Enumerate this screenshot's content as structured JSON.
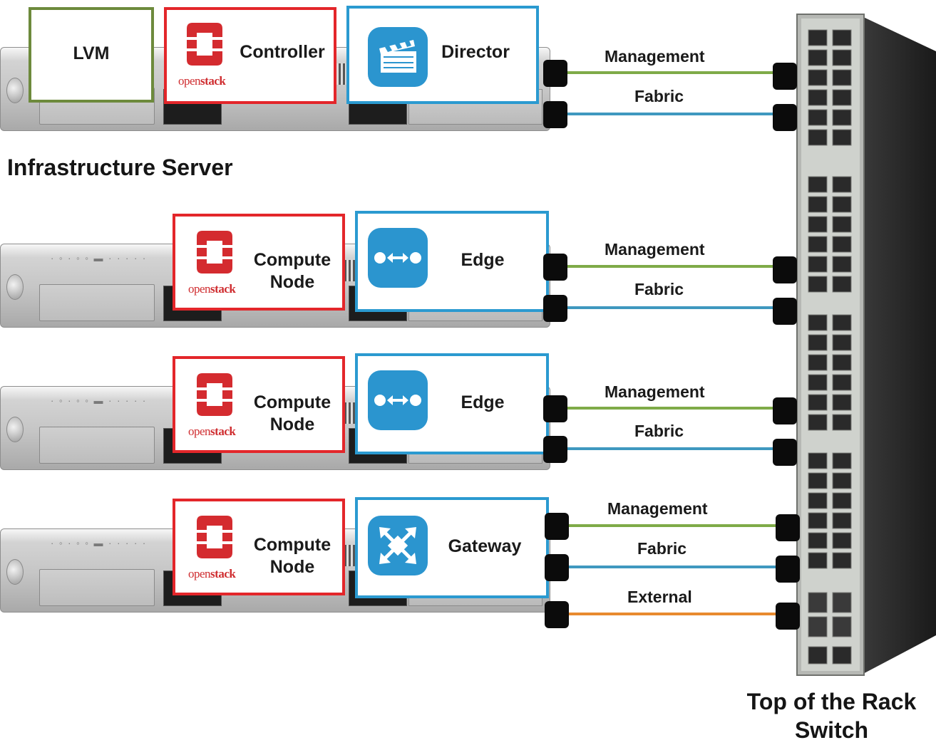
{
  "colors": {
    "lvm_border": "#6d8a3c",
    "openstack_red": "#e3262a",
    "app_blue": "#2b9ad0",
    "management_cable": "#7fab48",
    "fabric_cable": "#3f98bf",
    "external_cable": "#e88a2e"
  },
  "infra": {
    "caption": "Infrastructure Server",
    "lvm_label": "LVM",
    "controller_label": "Controller",
    "director_label": "Director",
    "openstack_prefix": "open",
    "openstack_suffix": "stack",
    "director_icon": "clapperboard-icon"
  },
  "nodes": [
    {
      "compute_line1": "Compute",
      "compute_line2": "Node",
      "openstack_prefix": "open",
      "openstack_suffix": "stack",
      "role_label": "Edge",
      "role_icon": "edge-arrows-icon"
    },
    {
      "compute_line1": "Compute",
      "compute_line2": "Node",
      "openstack_prefix": "open",
      "openstack_suffix": "stack",
      "role_label": "Edge",
      "role_icon": "edge-arrows-icon"
    },
    {
      "compute_line1": "Compute",
      "compute_line2": "Node",
      "openstack_prefix": "open",
      "openstack_suffix": "stack",
      "role_label": "Gateway",
      "role_icon": "gateway-arrows-icon"
    }
  ],
  "cables": {
    "management": "Management",
    "fabric": "Fabric",
    "external": "External"
  },
  "switch": {
    "caption_line1": "Top of the Rack",
    "caption_line2": "Switch"
  }
}
